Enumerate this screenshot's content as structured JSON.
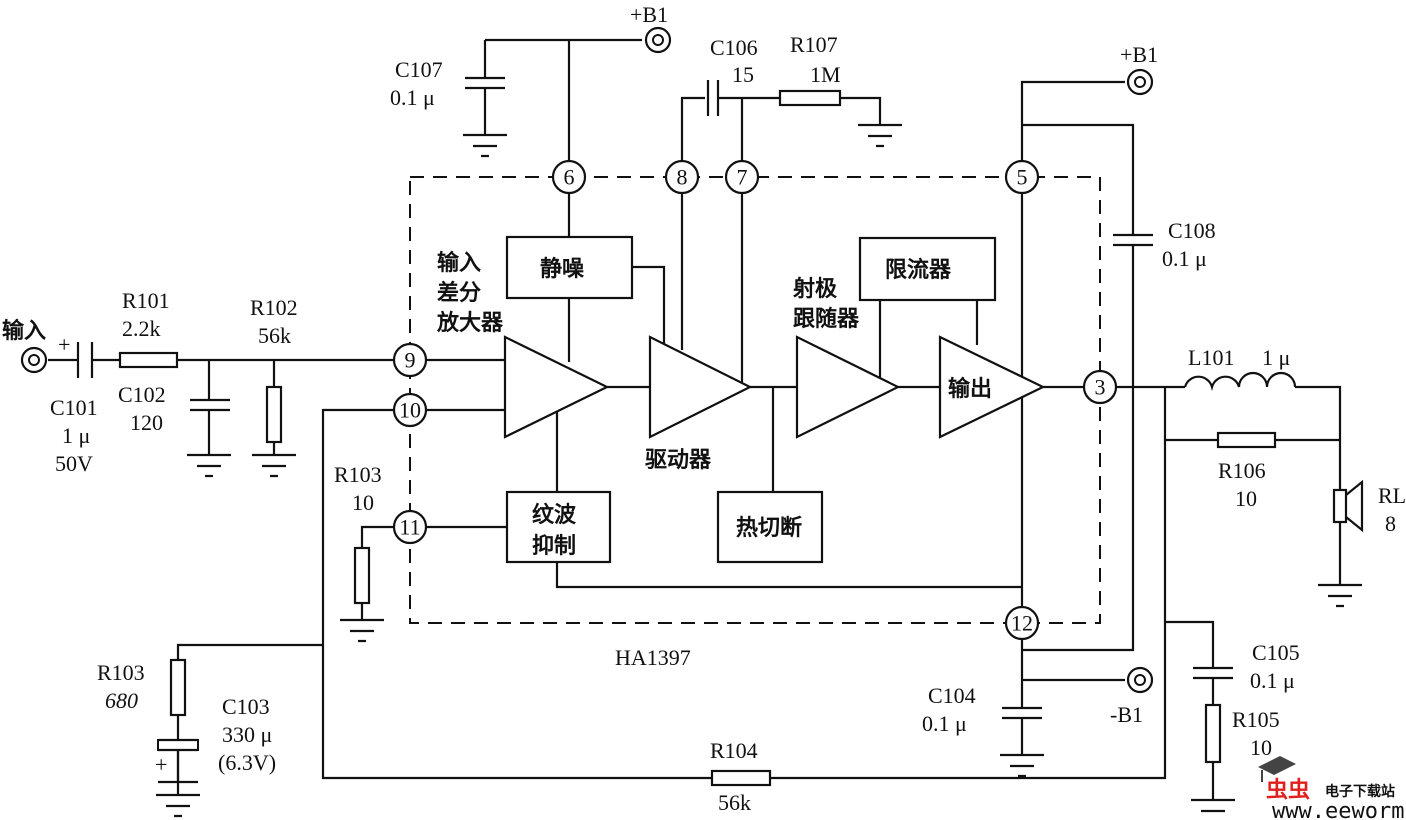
{
  "ic": {
    "name": "HA1397"
  },
  "pins": {
    "p3": "3",
    "p5": "5",
    "p6": "6",
    "p7": "7",
    "p8": "8",
    "p9": "9",
    "p10": "10",
    "p11": "11",
    "p12": "12"
  },
  "blocks": {
    "mute": "静噪",
    "current_limiter": "限流器",
    "ripple_1": "纹波",
    "ripple_2": "抑制",
    "thermal": "热切断",
    "output": "输出",
    "diff_amp_1": "输入",
    "diff_amp_2": "差分",
    "diff_amp_3": "放大器",
    "emitter_1": "射极",
    "emitter_2": "跟随器",
    "driver": "驱动器"
  },
  "terminals": {
    "input": "输入",
    "vplus_top": "+B1",
    "vplus_right": "+B1",
    "vminus": "-B1",
    "plus": "+"
  },
  "components": {
    "C101": {
      "name": "C101",
      "value": "1 μ",
      "voltage": "50V"
    },
    "R101": {
      "name": "R101",
      "value": "2.2k"
    },
    "C102": {
      "name": "C102",
      "value": "120"
    },
    "R102": {
      "name": "R102",
      "value": "56k"
    },
    "C107": {
      "name": "C107",
      "value": "0.1 μ"
    },
    "C106": {
      "name": "C106",
      "value": "15"
    },
    "R107": {
      "name": "R107",
      "value": "1M"
    },
    "C108": {
      "name": "C108",
      "value": "0.1 μ"
    },
    "L101": {
      "name": "L101",
      "value": "1 μ"
    },
    "R106": {
      "name": "R106",
      "value": "10"
    },
    "RL": {
      "name": "RL",
      "value": "8"
    },
    "R103a": {
      "name": "R103",
      "value": "10"
    },
    "R103b": {
      "name": "R103",
      "value": "680"
    },
    "C103": {
      "name": "C103",
      "value": "330 μ",
      "voltage": "(6.3V)"
    },
    "C104": {
      "name": "C104",
      "value": "0.1 μ"
    },
    "C105": {
      "name": "C105",
      "value": "0.1 μ"
    },
    "R105": {
      "name": "R105",
      "value": "10"
    },
    "R104": {
      "name": "R104",
      "value": "56k"
    }
  },
  "watermark": {
    "brand": "电子下载站",
    "url": "www.eeworm.com",
    "color": "#e0201c"
  }
}
